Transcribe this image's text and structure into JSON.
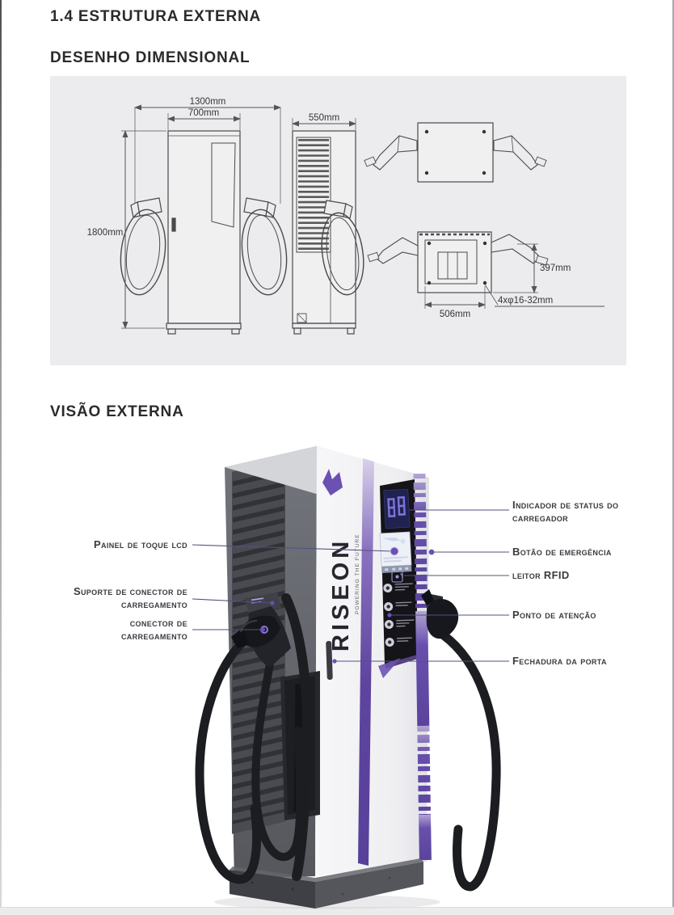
{
  "page": {
    "title": "1.4 ESTRUTURA EXTERNA",
    "subtitle": "DESENHO DIMENSIONAL",
    "section2": "VISÃO EXTERNA"
  },
  "dimensional_drawing": {
    "width_overall": "1300mm",
    "width_cabinet": "700mm",
    "depth": "550mm",
    "height": "1800mm",
    "top_height": "397mm",
    "top_width": "506mm",
    "mount_holes": "4xφ16-32mm"
  },
  "external_view": {
    "brand": "RISEON",
    "tagline": "POWERING THE FUTURE",
    "accent_color": "#6a50b4",
    "callouts_left": [
      "Painel de toque lcd",
      "Suporte de conector de carregamento",
      "conector de carregamento"
    ],
    "callouts_right": [
      "Indicador de status do carregador",
      "Botão de emergência",
      "leitor RFID",
      "Ponto de atenção",
      "Fechadura da porta"
    ]
  }
}
